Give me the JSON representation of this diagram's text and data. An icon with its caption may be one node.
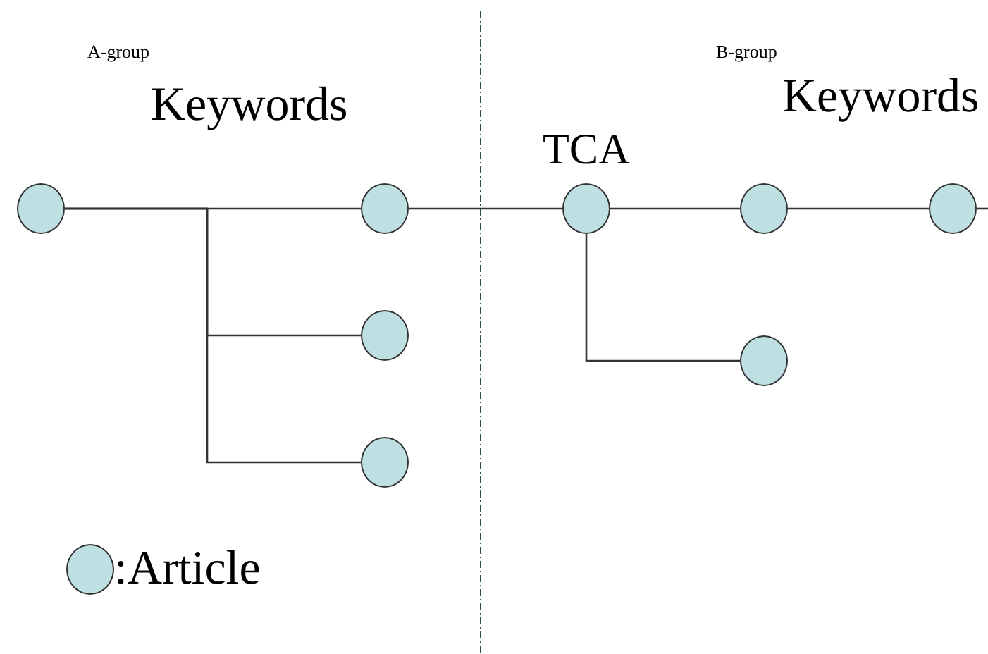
{
  "diagram": {
    "nodes": [
      {
        "text": [],
        "shape": "circle"
      },
      {
        "text": [],
        "shape": "circle"
      },
      {
        "text": [],
        "shape": "circle"
      },
      {
        "text": [],
        "shape": "circle"
      },
      {
        "text": [
          "TCA"
        ]
      },
      {
        "text": [],
        "shape": "circle"
      },
      {
        "text": [],
        "shape": "circle"
      },
      {
        "text": [],
        "shape": "circle"
      }
    ],
    "edges": [
      {
        "from": 0,
        "to": 1,
        "arrow": "none"
      },
      {
        "from": 0,
        "to": 2,
        "arrow": "none"
      },
      {
        "from": 0,
        "to": 3,
        "arrow": "none"
      },
      {
        "from": 1,
        "to": 4,
        "arrow": "none"
      },
      {
        "from": 4,
        "to": 5,
        "arrow": "none"
      },
      {
        "from": 5,
        "to": 7,
        "arrow": "none"
      },
      {
        "from": 4,
        "to": 6,
        "arrow": "none"
      },
      {
        "from": 7,
        "to": null,
        "arrow": "none"
      }
    ],
    "labels": [
      "A-group",
      "Keywords",
      "B-group",
      "Keywords"
    ],
    "legend": [
      {
        "text": ":Article",
        "color": "#bfe0e3"
      }
    ]
  }
}
